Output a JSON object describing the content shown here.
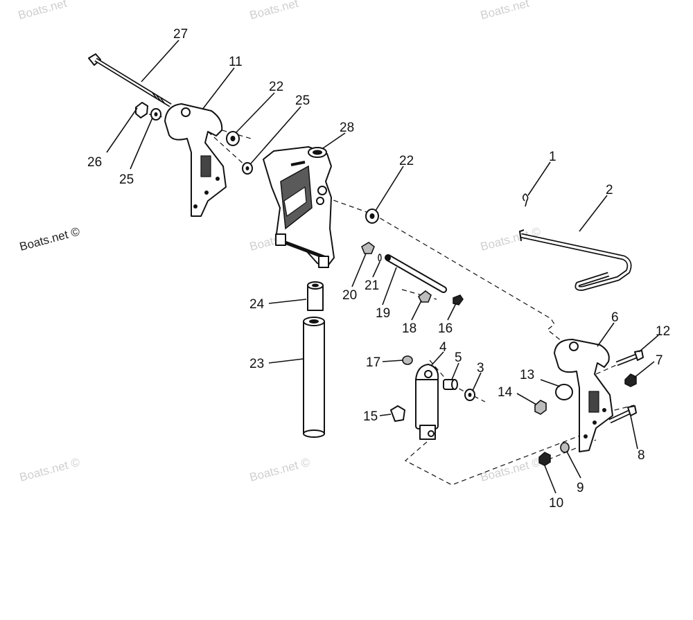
{
  "watermark": "Boats.net ©",
  "watermark_clipped": "Boats.net",
  "callouts": {
    "c1": "1",
    "c2": "2",
    "c3": "3",
    "c4": "4",
    "c5": "5",
    "c6": "6",
    "c7": "7",
    "c8": "8",
    "c9": "9",
    "c10": "10",
    "c11": "11",
    "c12": "12",
    "c13": "13",
    "c14": "14",
    "c15": "15",
    "c16": "16",
    "c17": "17",
    "c18": "18",
    "c19": "19",
    "c20": "20",
    "c21": "21",
    "c22a": "22",
    "c22b": "22",
    "c23": "23",
    "c24": "24",
    "c25a": "25",
    "c25b": "25",
    "c26": "26",
    "c27": "27",
    "c28": "28"
  }
}
